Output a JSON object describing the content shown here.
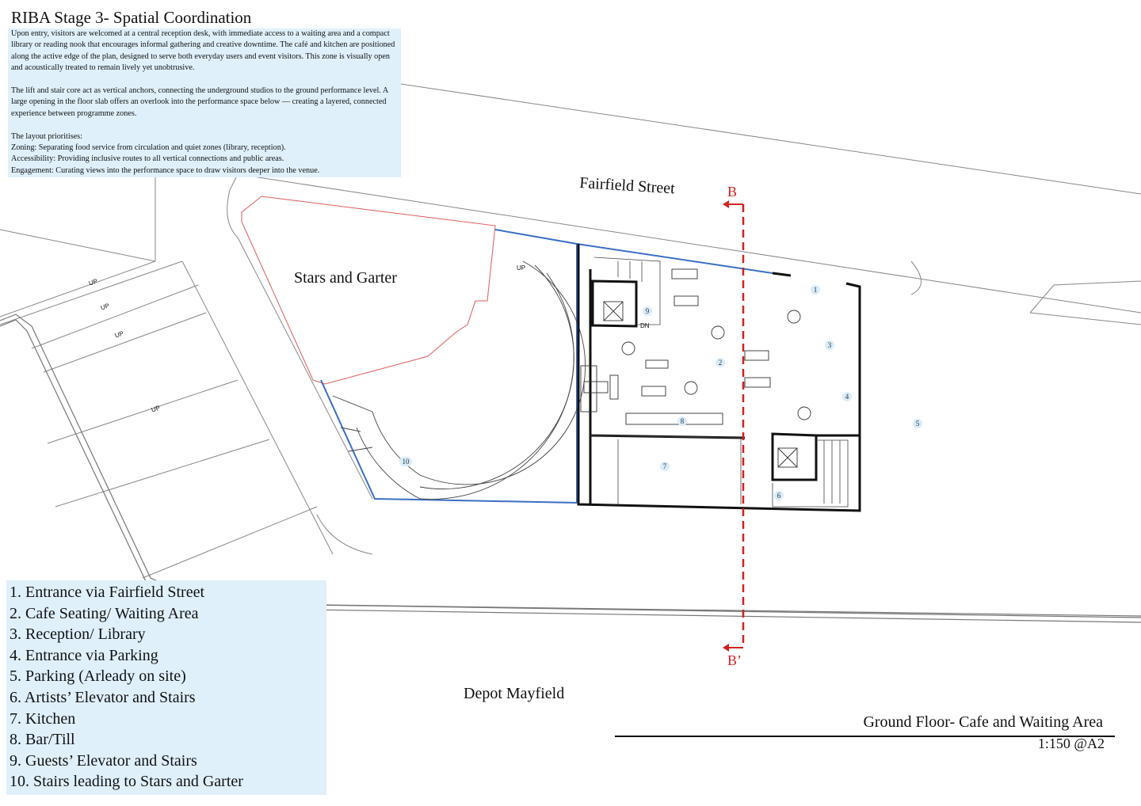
{
  "description": {
    "title": "RIBA Stage 3- Spatial Coordination",
    "paragraph1": "Upon entry, visitors are welcomed at a central reception desk, with immediate access to a waiting area and a compact library or reading nook that encourages informal gathering and creative downtime. The café and kitchen are positioned along the active edge of the plan, designed to serve both everyday users and event visitors. This zone is visually open and acoustically treated to remain lively yet unobtrusive.",
    "paragraph2": "The lift and stair core act as vertical anchors, connecting the underground studios to the ground performance level. A large opening in the floor slab offers an overlook into the performance space below — creating a layered, connected experience between programme zones.",
    "priorities_intro": "The layout prioritises:",
    "priorities": [
      "Zoning: Separating food service from circulation and quiet zones (library, reception).",
      "Accessibility: Providing inclusive routes to all vertical connections and public areas.",
      "Engagement: Curating views into the performance space to draw visitors deeper into the venue."
    ]
  },
  "legend": [
    "1. Entrance via Fairfield Street",
    "2. Cafe Seating/ Waiting Area",
    "3. Reception/ Library",
    "4. Entrance via Parking",
    "5. Parking (Arleady on site)",
    "6. Artists’ Elevator and Stairs",
    "7. Kitchen",
    "8. Bar/Till",
    "9. Guests’ Elevator and Stairs",
    "10. Stairs leading to Stars and Garter"
  ],
  "labels": {
    "street": "Fairfield Street",
    "neighbour": "Stars and Garter",
    "depot": "Depot Mayfield",
    "section_top": "B",
    "section_bottom": "B’",
    "up": "UP",
    "dn": "DN"
  },
  "room_tags": [
    "1",
    "2",
    "3",
    "4",
    "5",
    "6",
    "7",
    "8",
    "9",
    "10"
  ],
  "sheet": {
    "title": "Ground Floor- Cafe and Waiting Area",
    "scale": "1:150 @A2"
  },
  "colors": {
    "highlight_box": "#dff0fb",
    "section_line": "#d42020",
    "site_boundary": "#e05a5a",
    "building_outline": "#3a6fc4"
  }
}
